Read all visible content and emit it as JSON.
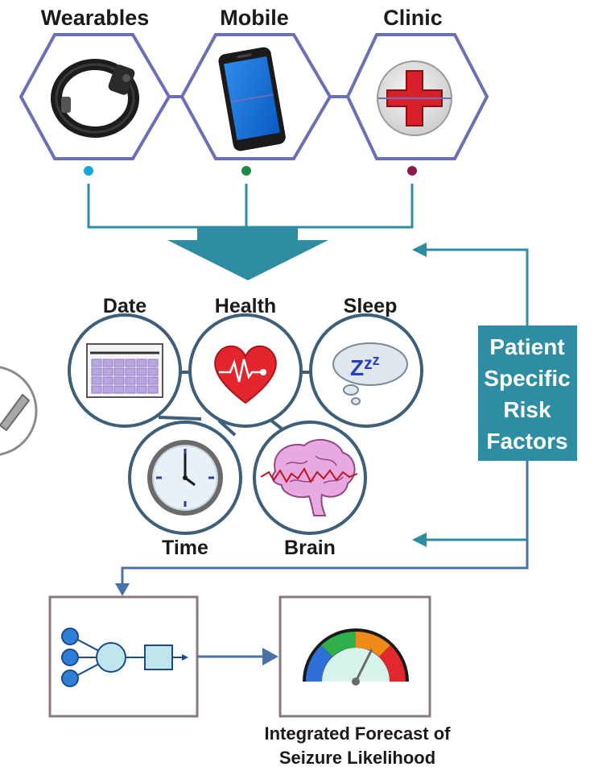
{
  "sources": [
    {
      "label": "Wearables",
      "icon": "smartwatch-icon",
      "dot_color": "#1aa6d8"
    },
    {
      "label": "Mobile",
      "icon": "smartphone-icon",
      "dot_color": "#1e8a4a"
    },
    {
      "label": "Clinic",
      "icon": "medical-cross-icon",
      "dot_color": "#8a1a4a"
    }
  ],
  "factors": {
    "date": "Date",
    "health": "Health",
    "sleep": "Sleep",
    "time": "Time",
    "brain": "Brain"
  },
  "sleep_icon_text": "Zzz",
  "risk_box": {
    "lines": [
      "Patient",
      "Specific",
      "Risk",
      "Factors"
    ],
    "color": "#2e8da3"
  },
  "forecast": {
    "line1": "Integrated Forecast of",
    "line2": "Seizure Likelihood"
  },
  "colors": {
    "hexagon_stroke": "#6b6fb8",
    "connector": "#2e8da3",
    "circle_stroke": "#3d5f7a",
    "box_stroke": "#8a7a7a",
    "flow_arrow": "#4a72a8"
  }
}
